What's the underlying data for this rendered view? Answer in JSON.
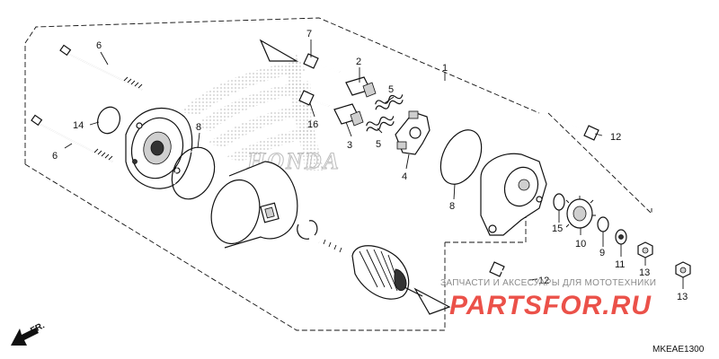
{
  "callouts": [
    {
      "id": "1",
      "label": "1"
    },
    {
      "id": "2",
      "label": "2"
    },
    {
      "id": "3",
      "label": "3"
    },
    {
      "id": "4",
      "label": "4"
    },
    {
      "id": "5a",
      "label": "5"
    },
    {
      "id": "5b",
      "label": "5"
    },
    {
      "id": "6a",
      "label": "6"
    },
    {
      "id": "6b",
      "label": "6"
    },
    {
      "id": "7",
      "label": "7"
    },
    {
      "id": "8a",
      "label": "8"
    },
    {
      "id": "8b",
      "label": "8"
    },
    {
      "id": "9",
      "label": "9"
    },
    {
      "id": "10",
      "label": "10"
    },
    {
      "id": "11",
      "label": "11"
    },
    {
      "id": "12a",
      "label": "12"
    },
    {
      "id": "12b",
      "label": "12"
    },
    {
      "id": "13a",
      "label": "13"
    },
    {
      "id": "13b",
      "label": "13"
    },
    {
      "id": "14",
      "label": "14"
    },
    {
      "id": "15",
      "label": "15"
    },
    {
      "id": "16",
      "label": "16"
    }
  ],
  "direction_label": "FR.",
  "diagram_code": "MKEAE1300",
  "watermark": {
    "caption": "ЗАПЧАСТИ И АКСЕСУАРЫ ДЛЯ МОТОТЕХНИКИ",
    "logo_text": "PARTSFOR.RU",
    "logo_color": "#e8332a",
    "brand_mark_text": "HONDA"
  }
}
